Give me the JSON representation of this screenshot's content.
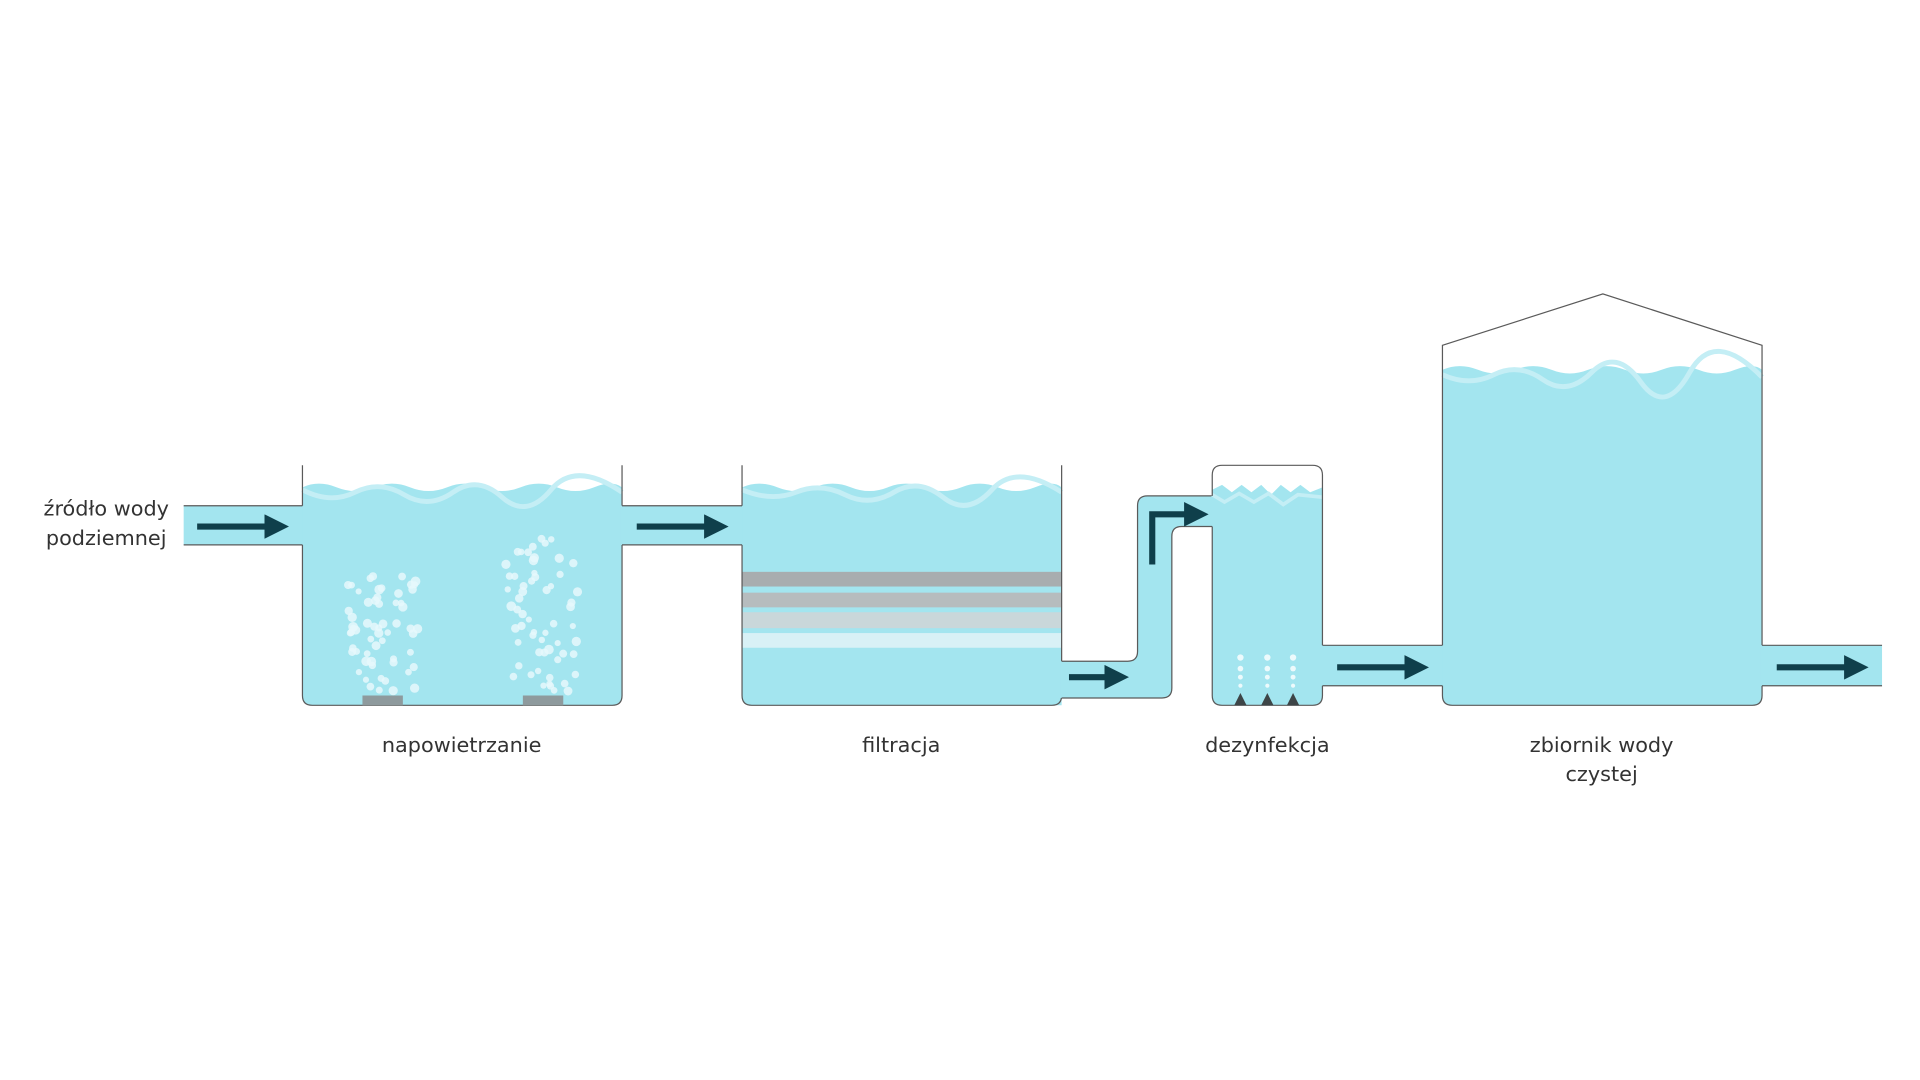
{
  "labels": {
    "source_line1": "źródło wody",
    "source_line2": "podziemnej",
    "aeration": "napowietrzanie",
    "filtration": "filtracja",
    "disinfection": "dezynfekcja",
    "reservoir_line1": "zbiornik wody",
    "reservoir_line2": "czystej"
  },
  "colors": {
    "water": "#a3e5ef",
    "wave": "#c4eef5",
    "arrow": "#0f3f4b",
    "outline": "#5a5a5a",
    "filter_layers": [
      "#a8adaf",
      "#b6bcbe",
      "#c9d7da",
      "#d8f1f6"
    ]
  }
}
